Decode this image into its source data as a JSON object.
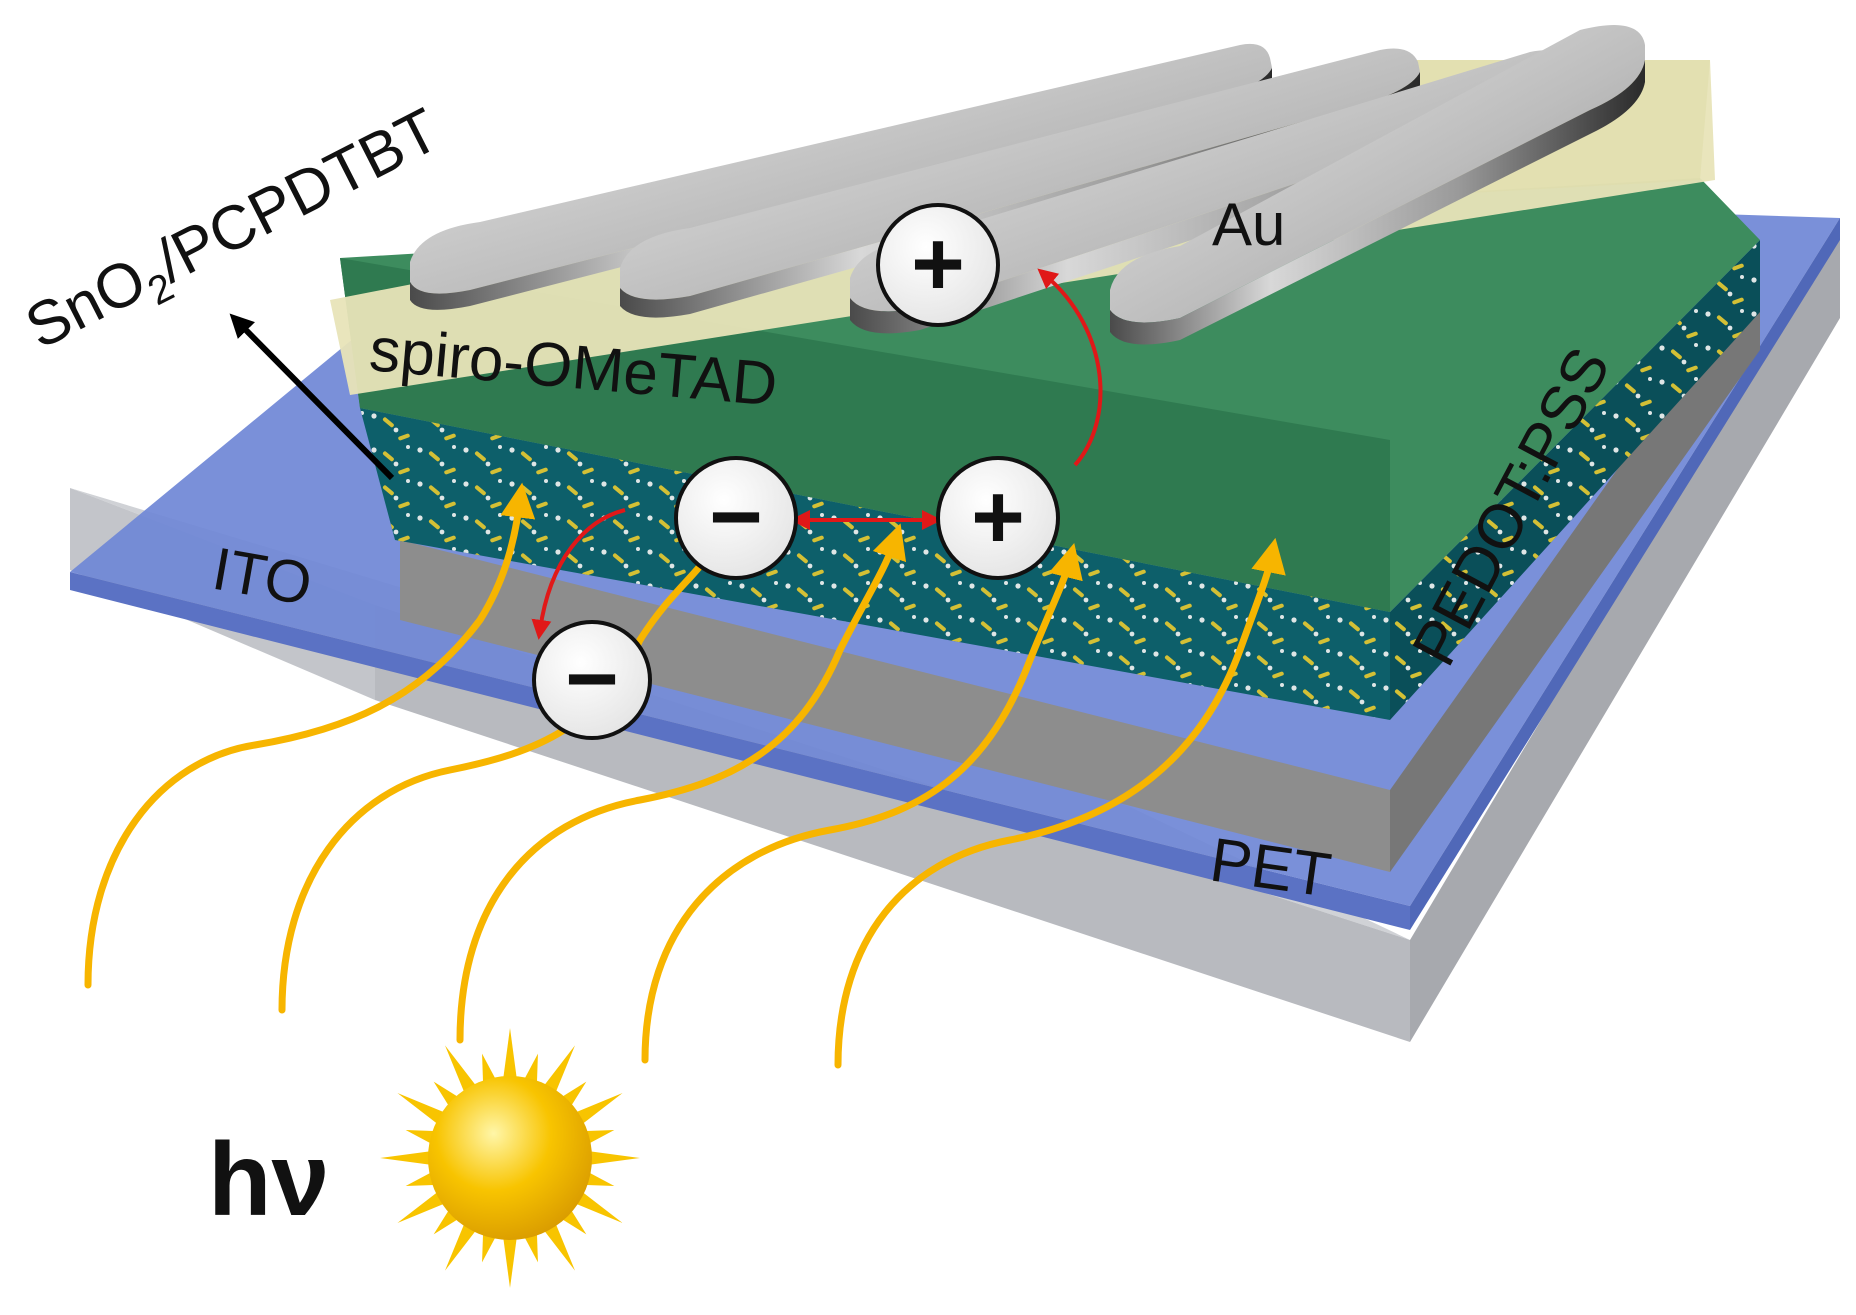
{
  "labels": {
    "snO2": "SnO",
    "snO2_sub": "2",
    "snO2_rest": "/PCPDTBT",
    "spiro": "spiro-OMeTAD",
    "au": "Au",
    "ito": "ITO",
    "pedot": "PEDOT:PSS",
    "pet": "PET",
    "hv": "hν"
  },
  "charges": {
    "plus": "+",
    "minus": "−"
  },
  "colors": {
    "pet": "#c4c6cb",
    "ito": "#7088d8",
    "pedot": "#8f8f8f",
    "active_layer": "#0d5f6a",
    "spiro": "#3b8a5c",
    "snO2": "#e7e2b4",
    "au": "#bdbdbd",
    "light_path": "#f7b500",
    "charge_arrow": "#e01818",
    "sun": "#f8c400"
  }
}
